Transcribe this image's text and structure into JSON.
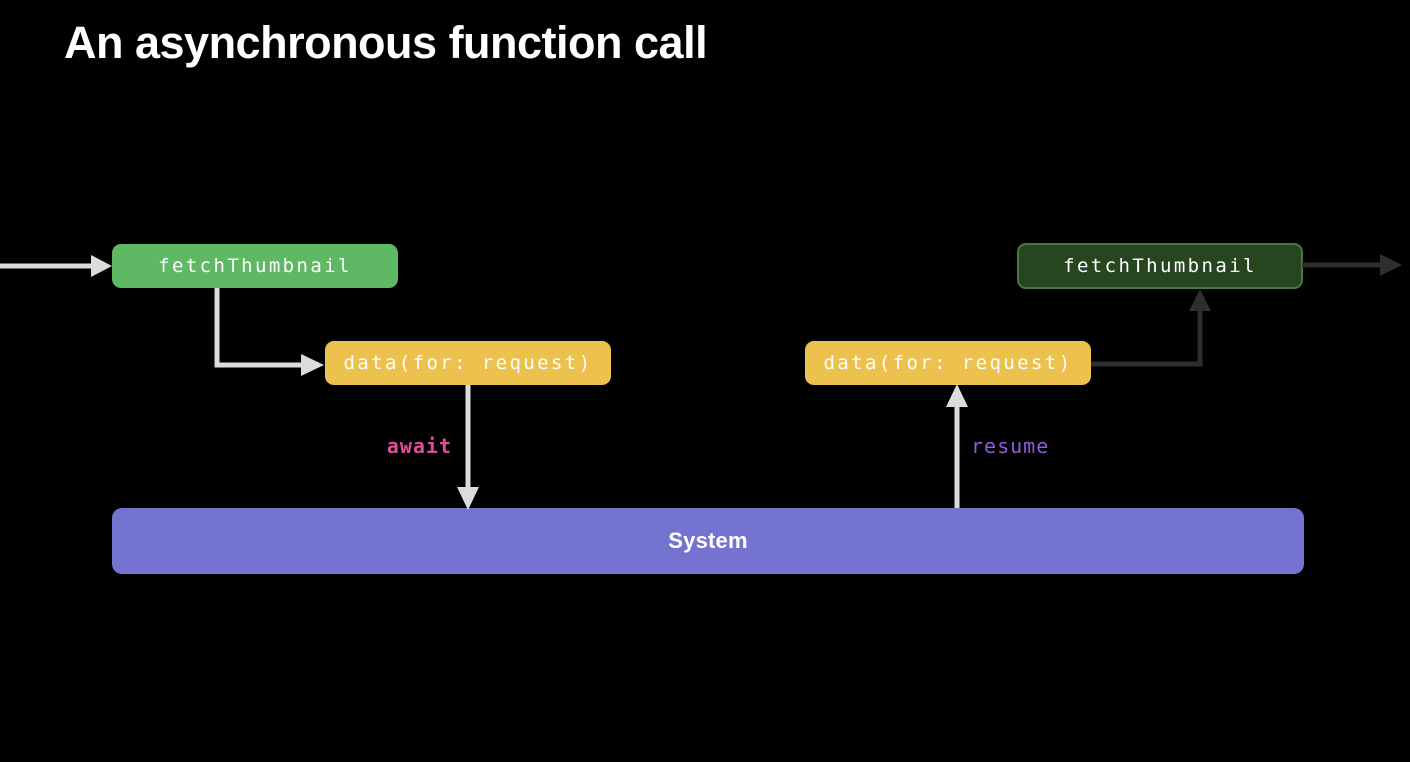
{
  "slide": {
    "title": "An asynchronous function call"
  },
  "diagram": {
    "nodes": {
      "fetch_left": {
        "label": "fetchThumbnail",
        "style": "active-green",
        "role": "function-start"
      },
      "data_left": {
        "label": "data(for: request)",
        "style": "yellow",
        "role": "async-call"
      },
      "data_right": {
        "label": "data(for: request)",
        "style": "yellow",
        "role": "async-return"
      },
      "fetch_right": {
        "label": "fetchThumbnail",
        "style": "inactive-green",
        "role": "function-end"
      },
      "system": {
        "label": "System",
        "style": "purple-bar",
        "role": "system"
      }
    },
    "edge_labels": {
      "await": "await",
      "resume": "resume"
    },
    "edges": [
      {
        "name": "entry-arrow",
        "from": "offscreen-left",
        "to": "fetch_left",
        "style": "light"
      },
      {
        "name": "call-arrow",
        "from": "fetch_left",
        "to": "data_left",
        "style": "light"
      },
      {
        "name": "await-arrow",
        "from": "data_left",
        "to": "system",
        "style": "light",
        "label": "await"
      },
      {
        "name": "resume-arrow",
        "from": "system",
        "to": "data_right",
        "style": "light",
        "label": "resume"
      },
      {
        "name": "return-arrow",
        "from": "data_right",
        "to": "fetch_right",
        "style": "dark"
      },
      {
        "name": "exit-arrow",
        "from": "fetch_right",
        "to": "offscreen-right",
        "style": "dark"
      }
    ]
  },
  "colors": {
    "background": "#000000",
    "title_text": "#ffffff",
    "green_active": "#5fb863",
    "green_inactive_fill": "#27451f",
    "green_inactive_border": "#457c3c",
    "yellow": "#ecc14e",
    "system_purple": "#7473d2",
    "await_pink": "#de4f9b",
    "resume_purple": "#8c5cd9",
    "arrow_light": "#dcdcdc",
    "arrow_dark": "#2e2e2e",
    "box_text": "#ffffff"
  }
}
